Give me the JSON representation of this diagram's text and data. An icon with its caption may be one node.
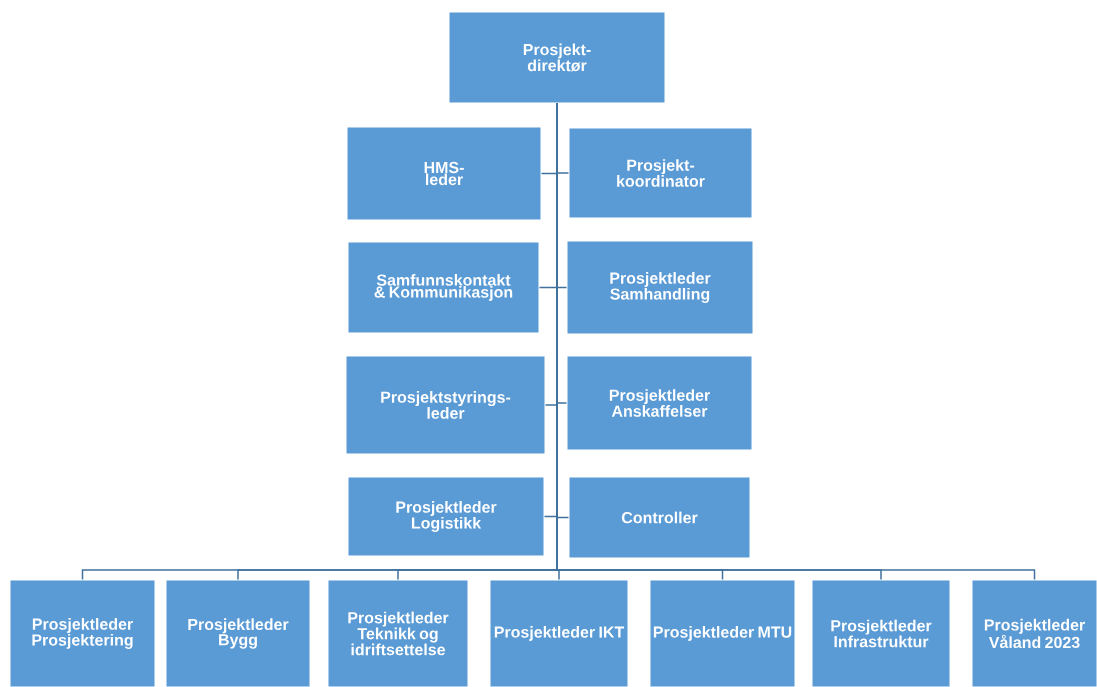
{
  "diagram": {
    "nodes": [
      {
        "text": [
          "Prosjekt- direktør"
        ]
      },
      {
        "text": [
          "HMS- leder"
        ]
      },
      {
        "text": [
          "Prosjekt- koordinator"
        ]
      },
      {
        "text": [
          "Samfunnskontakt & Kommunikasjon"
        ]
      },
      {
        "text": [
          "Prosjektleder Samhandling"
        ]
      },
      {
        "text": [
          "Prosjektstyrings- leder"
        ]
      },
      {
        "text": [
          "Prosjektleder Anskaffelser"
        ]
      },
      {
        "text": [
          "Prosjektleder Logistikk"
        ]
      },
      {
        "text": [
          "Controller"
        ]
      },
      {
        "text": [
          "Prosjektleder Prosjektering"
        ]
      },
      {
        "text": [
          "Prosjektleder Bygg"
        ]
      },
      {
        "text": [
          "Prosjektleder Teknikk og idriftsettelse"
        ]
      },
      {
        "text": [
          "Prosjektleder IKT"
        ]
      },
      {
        "text": [
          "Prosjektleder MTU"
        ]
      },
      {
        "text": [
          "Prosjektleder Infrastruktur"
        ]
      },
      {
        "text": [
          "Prosjektleder Våland 2023"
        ]
      }
    ],
    "edges": [
      {
        "from": 0,
        "to": 1,
        "arrow": "none"
      },
      {
        "from": 0,
        "to": 2,
        "arrow": "none"
      },
      {
        "from": 0,
        "to": 3,
        "arrow": "none"
      },
      {
        "from": 0,
        "to": 4,
        "arrow": "none"
      },
      {
        "from": 0,
        "to": 5,
        "arrow": "none"
      },
      {
        "from": 0,
        "to": 6,
        "arrow": "none"
      },
      {
        "from": 0,
        "to": 7,
        "arrow": "none"
      },
      {
        "from": 0,
        "to": 8,
        "arrow": "none"
      },
      {
        "from": 0,
        "to": 9,
        "arrow": "none"
      },
      {
        "from": 0,
        "to": 10,
        "arrow": "none"
      },
      {
        "from": 0,
        "to": 11,
        "arrow": "none"
      },
      {
        "from": 0,
        "to": 12,
        "arrow": "none"
      },
      {
        "from": 0,
        "to": 13,
        "arrow": "none"
      },
      {
        "from": 0,
        "to": 14,
        "arrow": "none"
      },
      {
        "from": 0,
        "to": 15,
        "arrow": "none"
      }
    ]
  }
}
